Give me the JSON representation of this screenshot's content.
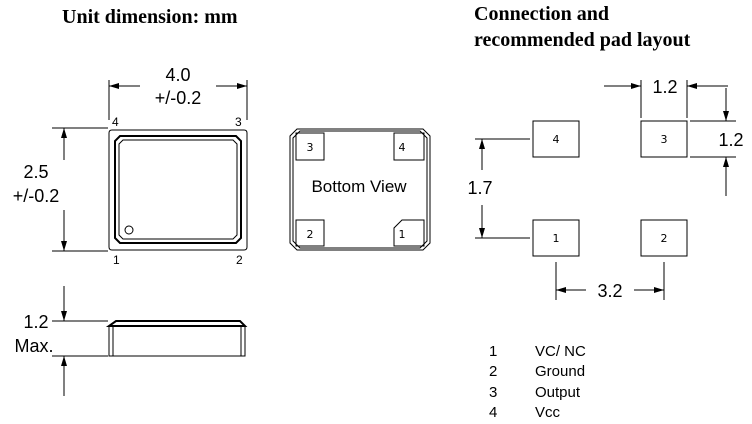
{
  "headings": {
    "left": "Unit dimension: mm",
    "right_line1": "Connection and",
    "right_line2": "recommended pad layout"
  },
  "top_view": {
    "width_value": "4.0",
    "width_tol": "+/-0.2",
    "height_value": "2.5",
    "height_tol": "+/-0.2",
    "pin_labels": {
      "tl": "4",
      "tr": "3",
      "bl": "1",
      "br": "2"
    }
  },
  "bottom_view": {
    "label": "Bottom View",
    "pins": {
      "tl": "3",
      "tr": "4",
      "bl": "2",
      "br": "1"
    }
  },
  "side_view": {
    "height_value": "1.2",
    "height_note": "Max."
  },
  "pad_layout": {
    "pads": {
      "tl": "4",
      "tr": "3",
      "bl": "1",
      "br": "2"
    },
    "pad_width": "1.2",
    "pad_height": "1.2",
    "vertical_pitch": "1.7",
    "horizontal_pitch": "3.2"
  },
  "pin_legend": [
    {
      "num": "1",
      "name": "VC/ NC"
    },
    {
      "num": "2",
      "name": "Ground"
    },
    {
      "num": "3",
      "name": "Output"
    },
    {
      "num": "4",
      "name": "Vcc"
    }
  ]
}
